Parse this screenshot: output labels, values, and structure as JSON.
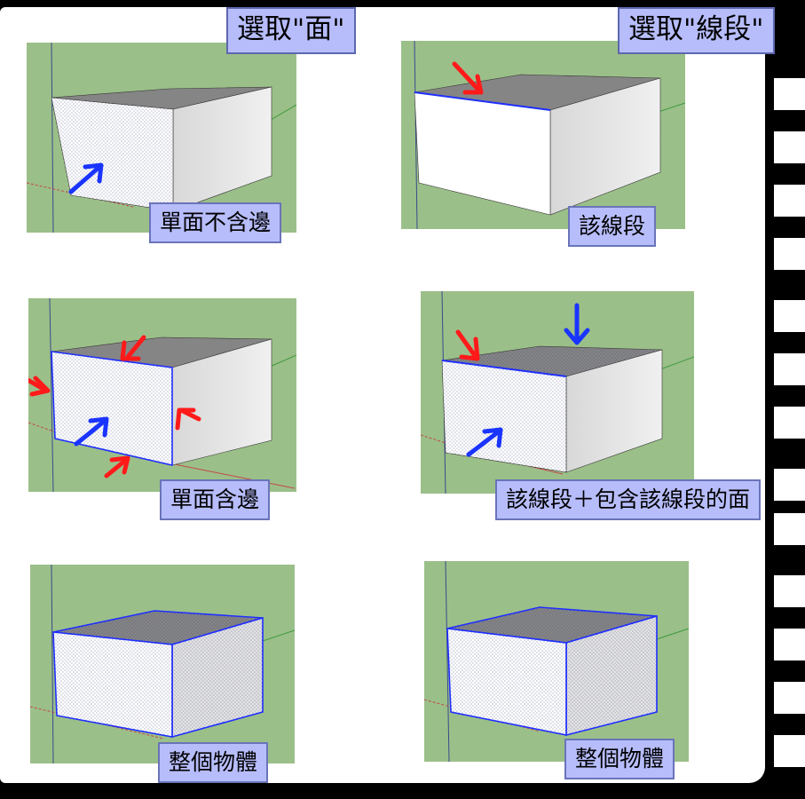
{
  "headings": {
    "select_face": "選取\"面\"",
    "select_edge": "選取\"線段\""
  },
  "labels": {
    "face_no_edges": "單面不含邊",
    "the_edge": "該線段",
    "face_with_edges": "單面含邊",
    "edge_plus_faces": "該線段＋包含該線段的面",
    "whole_object_left": "整個物體",
    "whole_object_right": "整個物體"
  },
  "colors": {
    "viewport_bg": "#9bbf89",
    "label_bg": "#b7bdfb",
    "selection": "#1f2fff",
    "pointer_red": "#ff1a1a",
    "pointer_blue": "#1a34ff"
  }
}
